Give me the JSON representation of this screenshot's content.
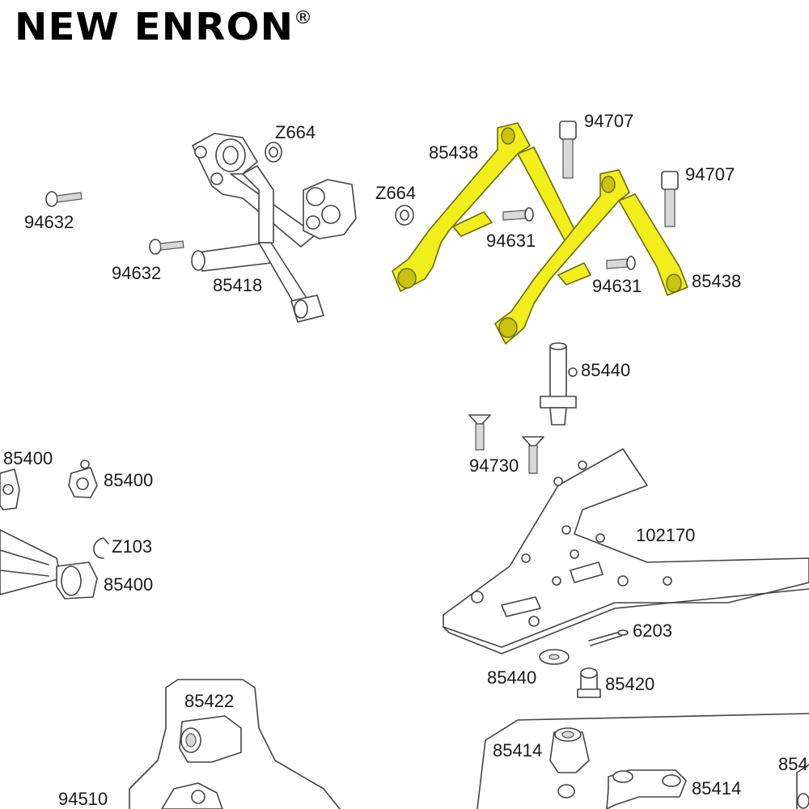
{
  "brand": {
    "name": "NEW ENRON",
    "mark": "®"
  },
  "colors": {
    "highlight": "#f2ee1c",
    "line": "#444444",
    "background": "#ffffff"
  },
  "parts": [
    {
      "id": "p1",
      "label": "Z664"
    },
    {
      "id": "p2",
      "label": "94632"
    },
    {
      "id": "p3",
      "label": "94632"
    },
    {
      "id": "p4",
      "label": "85418"
    },
    {
      "id": "p5",
      "label": "Z664"
    },
    {
      "id": "p6",
      "label": "85438"
    },
    {
      "id": "p7",
      "label": "94707"
    },
    {
      "id": "p8",
      "label": "94707"
    },
    {
      "id": "p9",
      "label": "94631"
    },
    {
      "id": "p10",
      "label": "94631"
    },
    {
      "id": "p11",
      "label": "85438"
    },
    {
      "id": "p12",
      "label": "85440"
    },
    {
      "id": "p13",
      "label": "94730"
    },
    {
      "id": "p14",
      "label": "85400"
    },
    {
      "id": "p15",
      "label": "85400"
    },
    {
      "id": "p16",
      "label": "Z103"
    },
    {
      "id": "p17",
      "label": "85400"
    },
    {
      "id": "p18",
      "label": "102170"
    },
    {
      "id": "p19",
      "label": "6203"
    },
    {
      "id": "p20",
      "label": "85440"
    },
    {
      "id": "p21",
      "label": "85420"
    },
    {
      "id": "p22",
      "label": "85422"
    },
    {
      "id": "p23",
      "label": "85414"
    },
    {
      "id": "p24",
      "label": "85414"
    },
    {
      "id": "p25",
      "label": "94510"
    },
    {
      "id": "p26",
      "label": "854"
    }
  ]
}
